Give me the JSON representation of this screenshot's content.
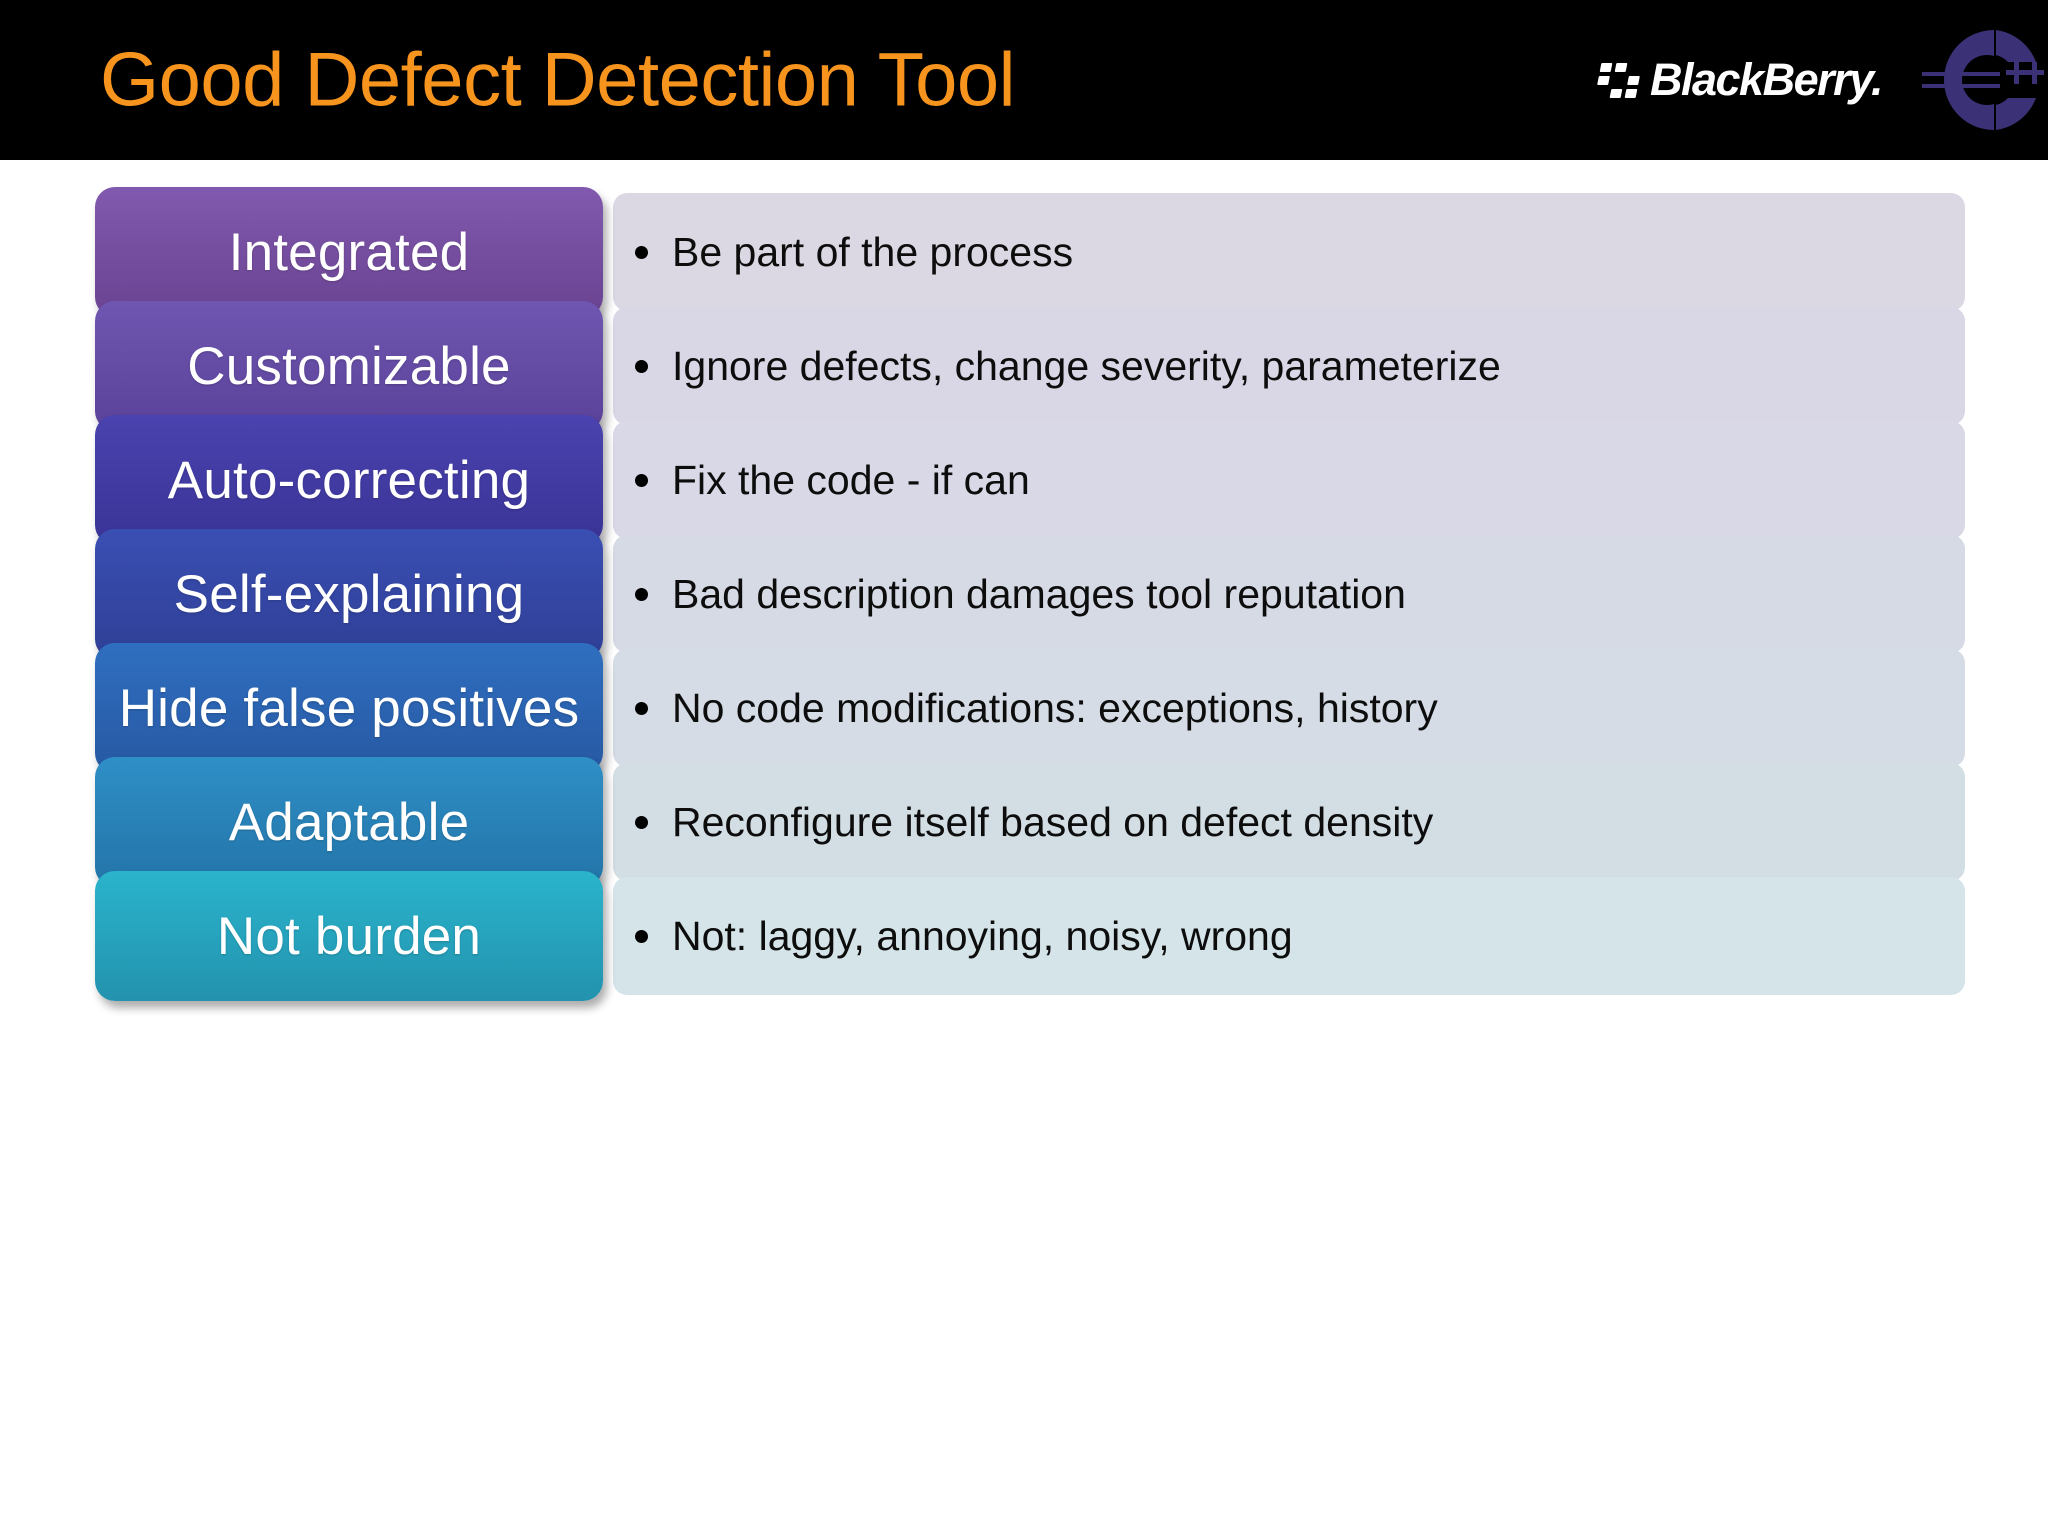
{
  "slide": {
    "title": "Good Defect Detection Tool",
    "title_color": "#F7941E",
    "header_bg": "#000000",
    "body_bg": "#FFFFFF"
  },
  "logos": {
    "blackberry": {
      "name": "blackberry-logo",
      "wordmark": "BlackBerry."
    },
    "cppcon": {
      "name": "cpp-logo",
      "label": "++",
      "crescent_color": "#F08020",
      "letter_color": "#3B3177"
    }
  },
  "rows": [
    {
      "label": "Integrated",
      "description": "Be part of the process",
      "chip_top": "#8159AE",
      "chip_bottom": "#6A4392",
      "desc_bg": "#DBD8E3"
    },
    {
      "label": "Customizable",
      "description": "Ignore defects, change severity, parameterize",
      "chip_top": "#6F56B0",
      "chip_bottom": "#5A4199",
      "desc_bg": "#D9D7E5"
    },
    {
      "label": "Auto-correcting",
      "description": "Fix the code - if can",
      "chip_top": "#4A43AF",
      "chip_bottom": "#3A3396",
      "desc_bg": "#D8D8E6"
    },
    {
      "label": "Self-explaining",
      "description": "Bad description damages tool reputation",
      "chip_top": "#3A4FB3",
      "chip_bottom": "#2F3F96",
      "desc_bg": "#D6DAE5"
    },
    {
      "label": "Hide false positives",
      "description": "No code modifications: exceptions, history",
      "chip_top": "#2F6FC0",
      "chip_bottom": "#2758A2",
      "desc_bg": "#D5DCE5"
    },
    {
      "label": "Adaptable",
      "description": "Reconfigure itself based on defect density",
      "chip_top": "#2E8FC6",
      "chip_bottom": "#2374A8",
      "desc_bg": "#D2DEE4"
    },
    {
      "label": "Not burden",
      "description": "Not: laggy, annoying, noisy, wrong",
      "chip_top": "#2AB4CC",
      "chip_bottom": "#2392AE",
      "desc_bg": "#D4E4E8"
    }
  ]
}
